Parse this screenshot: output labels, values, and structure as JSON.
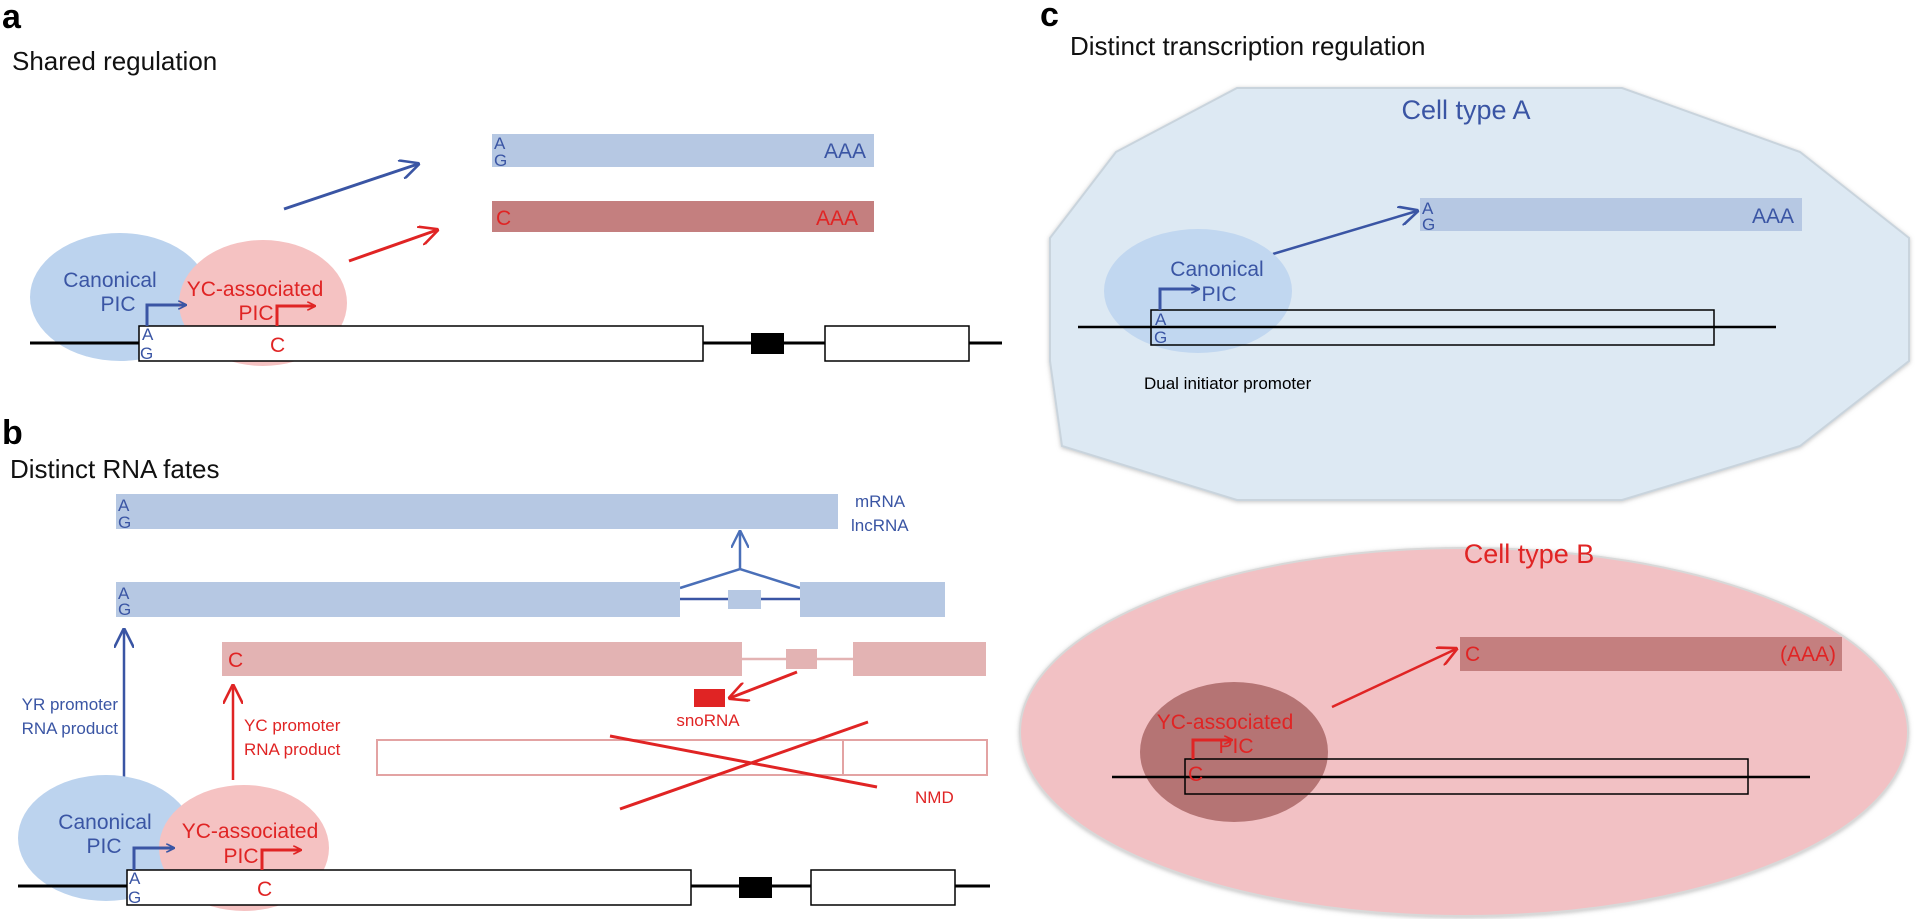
{
  "panels": {
    "a": {
      "letter": "a",
      "title": "Shared regulation",
      "transcripts": [
        {
          "start": "A",
          "start2": "G",
          "tail": "AAA"
        },
        {
          "start": "C",
          "tail": "AAA"
        }
      ],
      "canonical_pic": [
        "Canonical",
        "PIC"
      ],
      "yc_pic": [
        "YC-associated",
        "PIC"
      ],
      "tss_blue": [
        "A",
        "G"
      ],
      "tss_red": "C"
    },
    "b": {
      "letter": "b",
      "title": "Distinct RNA fates",
      "mrna_labels": [
        "mRNA",
        "lncRNA"
      ],
      "transcript_top": {
        "start": "A",
        "start2": "G"
      },
      "transcript_mid": {
        "start": "A",
        "start2": "G"
      },
      "transcript_red": {
        "start": "C"
      },
      "snorna": "snoRNA",
      "nmd": "NMD",
      "yr_product": [
        "YR promoter",
        "RNA product"
      ],
      "yc_product": [
        "YC promoter",
        "RNA product"
      ],
      "canonical_pic": [
        "Canonical",
        "PIC"
      ],
      "yc_pic": [
        "YC-associated",
        "PIC"
      ],
      "tss_blue": [
        "A",
        "G"
      ],
      "tss_red": "C"
    },
    "c": {
      "letter": "c",
      "title": "Distinct transcription regulation",
      "cell_a": {
        "title": "Cell type A",
        "pic": [
          "Canonical",
          "PIC"
        ],
        "transcript": {
          "start": "A",
          "start2": "G",
          "tail": "AAA"
        },
        "tss": [
          "A",
          "G"
        ],
        "promoter_label": "Dual initiator promoter"
      },
      "cell_b": {
        "title": "Cell type B",
        "pic": [
          "YC-associated",
          "PIC"
        ],
        "transcript": {
          "start": "C",
          "tail": "(AAA)"
        },
        "tss": "C"
      }
    }
  },
  "colors": {
    "blue_text": "#3a55a4",
    "red_text": "#e02424",
    "blue_bar": "#b6c8e3",
    "red_bar": "#c47f7f",
    "pink_bar": "#e3b3b3",
    "blue_pic": "#bcd3ee",
    "pink_pic": "#f5c2c2",
    "cell_a_fill": "#dde9f3",
    "cell_b_fill": "#f2c1c4",
    "dark_pic": "#b57474"
  }
}
